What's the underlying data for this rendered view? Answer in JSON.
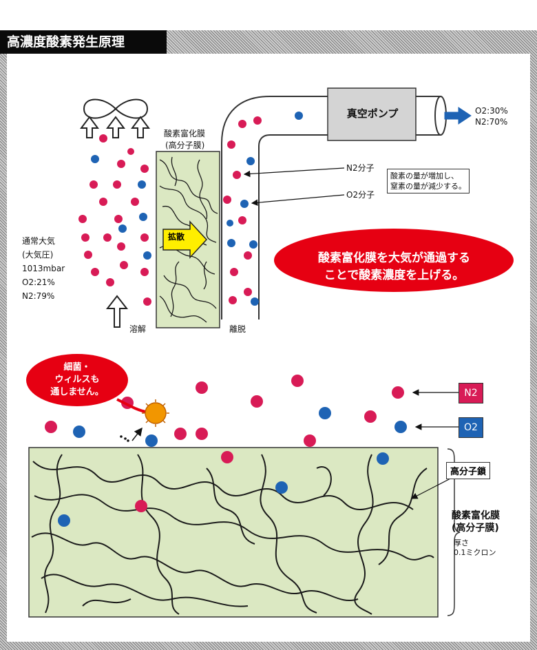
{
  "title": "高濃度酸素発生原理",
  "top_diagram": {
    "membrane_label_line1": "酸素富化膜",
    "membrane_label_line2": "(高分子膜)",
    "diffuse_label": "拡散",
    "dissolve_label": "溶解",
    "desorb_label": "離脱",
    "atmosphere": [
      "通常大気",
      "(大気圧)",
      "1013mbar",
      "O2:21%",
      "N2:79%"
    ],
    "pump_label": "真空ポンプ",
    "output": [
      "O2:30%",
      "N2:70%"
    ],
    "n2_molecule_label": "N2分子",
    "o2_molecule_label": "O2分子",
    "note_line1": "酸素の量が増加し、",
    "note_line2": "窒素の量が減少する。",
    "callout_line1": "酸素富化膜を大気が通過する",
    "callout_line2": "ことで酸素濃度を上げる。"
  },
  "bottom_diagram": {
    "bacteria_callout": [
      "細菌・",
      "ウィルスも",
      "通しません。"
    ],
    "legend_n2": "N2",
    "legend_o2": "O2",
    "chain_label": "高分子鎖",
    "membrane_label_line1": "酸素富化膜",
    "membrane_label_line2": "(高分子膜)",
    "thickness_line1": "厚さ",
    "thickness_line2": "0.1ミクロン"
  },
  "colors": {
    "n2": "#d81b56",
    "o2": "#1e63b4",
    "membrane": "#dbe8c2",
    "callout": "#e60012",
    "arrow_blue": "#1e63b4",
    "diffuse_arrow": "#ffee00"
  }
}
